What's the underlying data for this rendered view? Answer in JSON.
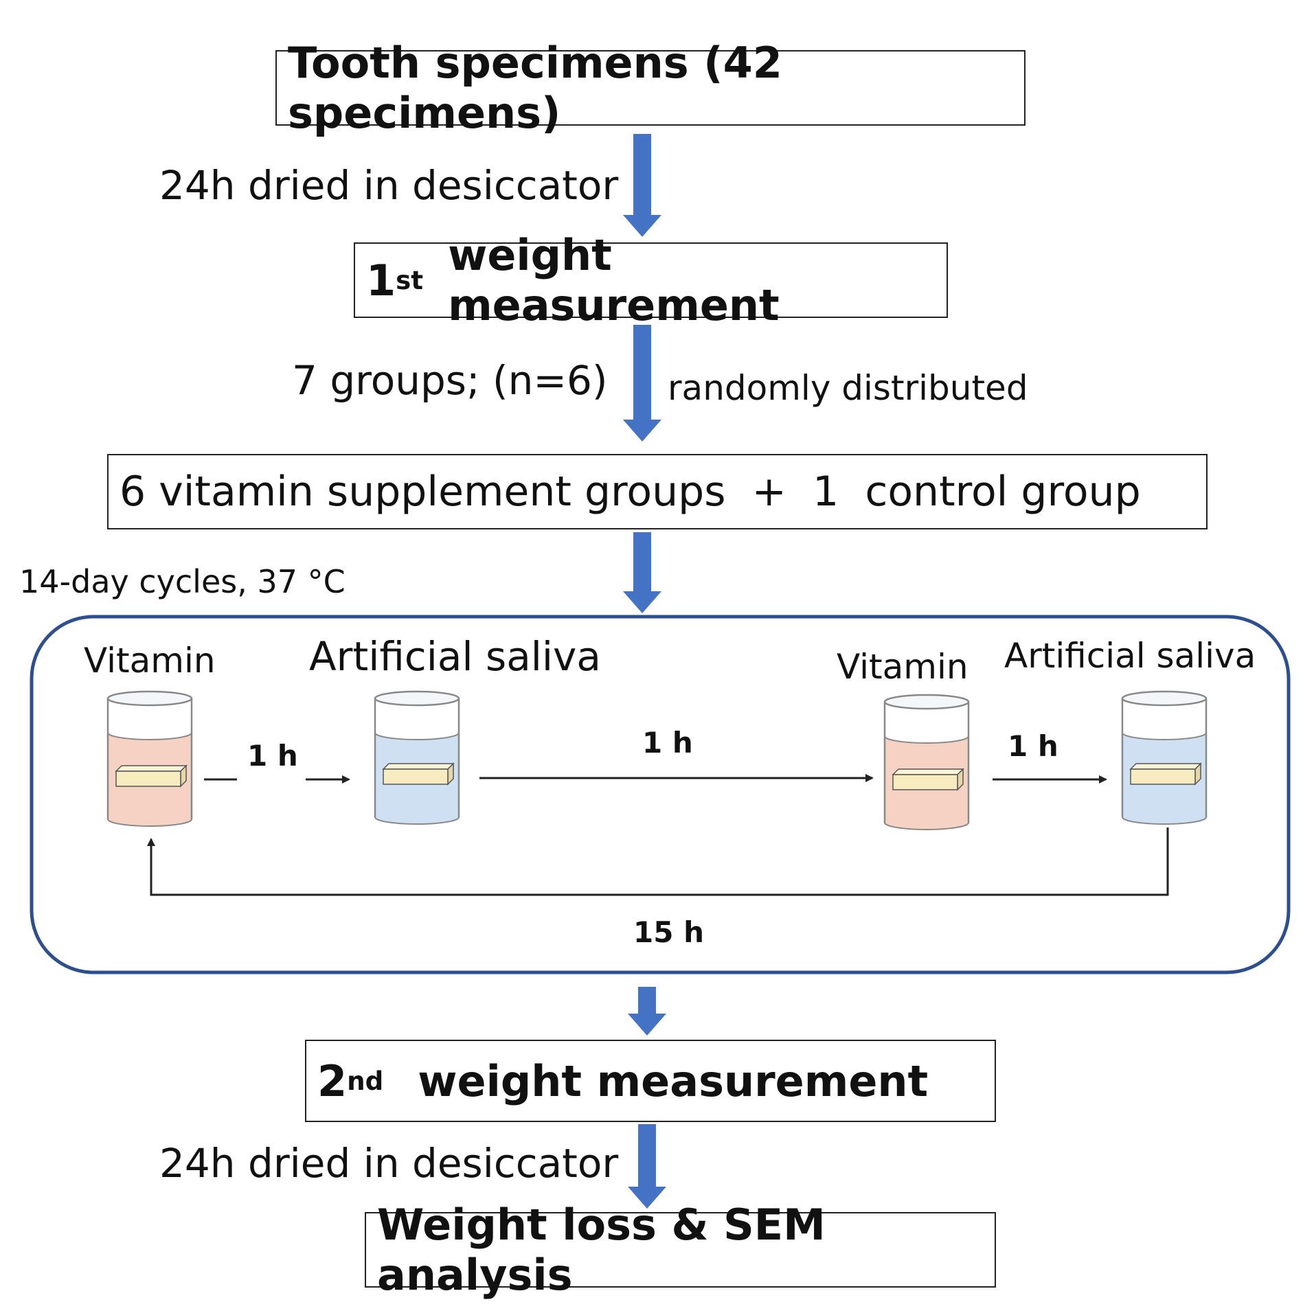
{
  "boxes": {
    "specimens": "Tooth specimens (42 specimens)",
    "first_measure": {
      "num": "1",
      "sup": "st",
      "text": "weight measurement"
    },
    "groups": "6 vitamin supplement groups  +  1  control group",
    "second_measure": {
      "num": "2",
      "sup": "nd",
      "text": "weight measurement"
    },
    "final": "Weight loss & SEM analysis"
  },
  "steps": {
    "dry1": "24h dried in desiccator",
    "groups_count": "7 groups; (n=6)",
    "randomly": "randomly distributed",
    "cycles": "14-day cycles, 37 °C",
    "dry2": "24h dried in desiccator"
  },
  "cycle": {
    "vitamin1": "Vitamin",
    "saliva1": "Artificial saliva",
    "vitamin2": "Vitamin",
    "saliva2": "Artificial saliva",
    "t1": "1 h",
    "t2": "1 h",
    "t3": "1 h",
    "t4": "15 h"
  },
  "colors": {
    "arrow": "#4472c4",
    "frame": "#2e4f8f",
    "vitamin_liquid": "#f5d2c4",
    "saliva_liquid": "#cfe0f3",
    "specimen": "#f7ebc0"
  }
}
